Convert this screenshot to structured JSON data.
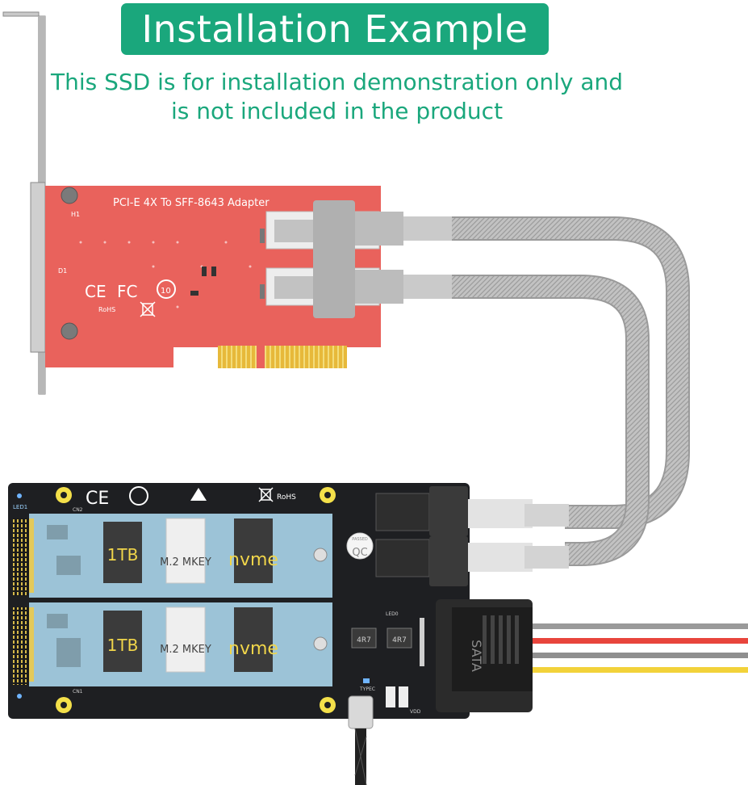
{
  "banner": {
    "title": "Installation Example"
  },
  "note": {
    "line1": "This SSD is for installation demonstration only and",
    "line2": "is not included in the product"
  },
  "adapter": {
    "label": "PCI-E  4X  To  SFF-8643  Adapter",
    "h1": "H1",
    "d1": "D1",
    "ce": "CE",
    "fcc": "FC",
    "rohs": "RoHS",
    "ten": "10"
  },
  "carrier": {
    "ssd_top": {
      "capacity": "1TB",
      "key": "M.2 MKEY",
      "proto": "nvme"
    },
    "ssd_bottom": {
      "capacity": "1TB",
      "key": "M.2 MKEY",
      "proto": "nvme"
    },
    "sata": "SATA",
    "qc": "QC",
    "passed": "PASSED",
    "r47a": "4R7",
    "r47b": "4R7",
    "typec": "TYPEC",
    "vdd": "VDD",
    "led1": "LED1",
    "led0": "LED0",
    "cn2": "CN2",
    "cn1": "CN1",
    "rohs": "RoHS",
    "ce": "CE"
  },
  "colors": {
    "brand_green": "#1aa77c",
    "pcb_red": "#e9625c",
    "pcb_black": "#1e1f22",
    "ssd_blue": "#9cc3d7",
    "gold": "#f0d54a",
    "cable_gray": "#bdbdbd",
    "wire_red": "#e8453c",
    "wire_yellow": "#f2d23a"
  }
}
